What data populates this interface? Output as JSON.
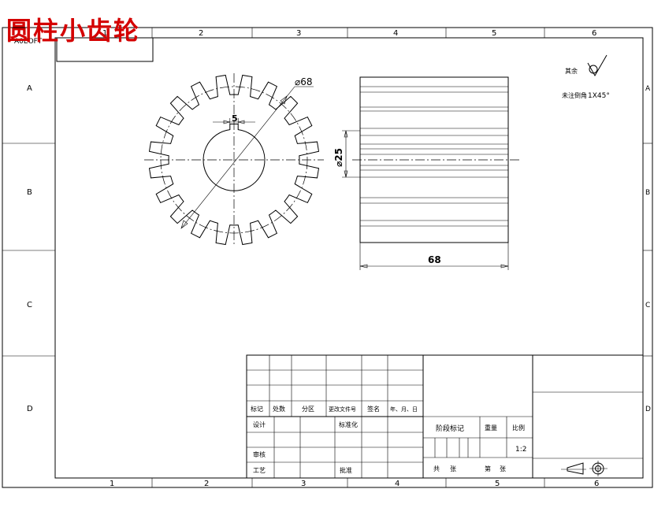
{
  "drawing": {
    "title": "圆柱小齿轮",
    "title_color": "#d40000",
    "corner_code": "A0EOFT",
    "zone_columns": [
      "1",
      "2",
      "3",
      "4",
      "5",
      "6"
    ],
    "zone_rows": [
      "A",
      "B",
      "C",
      "D"
    ]
  },
  "front_view": {
    "tooth_count": 20,
    "outer_diameter_label": "⌀68",
    "keyway_width_label": "5"
  },
  "side_view": {
    "bore_diameter_label": "⌀25",
    "width_label": "68"
  },
  "notes": {
    "roughness_label": "其余",
    "chamfer_label": "未注倒角",
    "chamfer_value": "1X45°"
  },
  "title_block": {
    "header_labels": [
      "标记",
      "处数",
      "分区",
      "更改文件号",
      "签名",
      "年、月、日"
    ],
    "design_label": "设计",
    "standardize_label": "标准化",
    "review_label": "审核",
    "process_label": "工艺",
    "approve_label": "批准",
    "stage_label": "阶段标记",
    "weight_label": "重量",
    "scale_label": "比例",
    "scale_value": "1:2",
    "total_sheets_label": "共",
    "sheets_unit_a": "张",
    "sheet_no_label": "第",
    "sheets_unit_b": "张"
  },
  "icons": {
    "roughness": "roughness-check-icon",
    "projection": "first-angle-projection-icon"
  }
}
